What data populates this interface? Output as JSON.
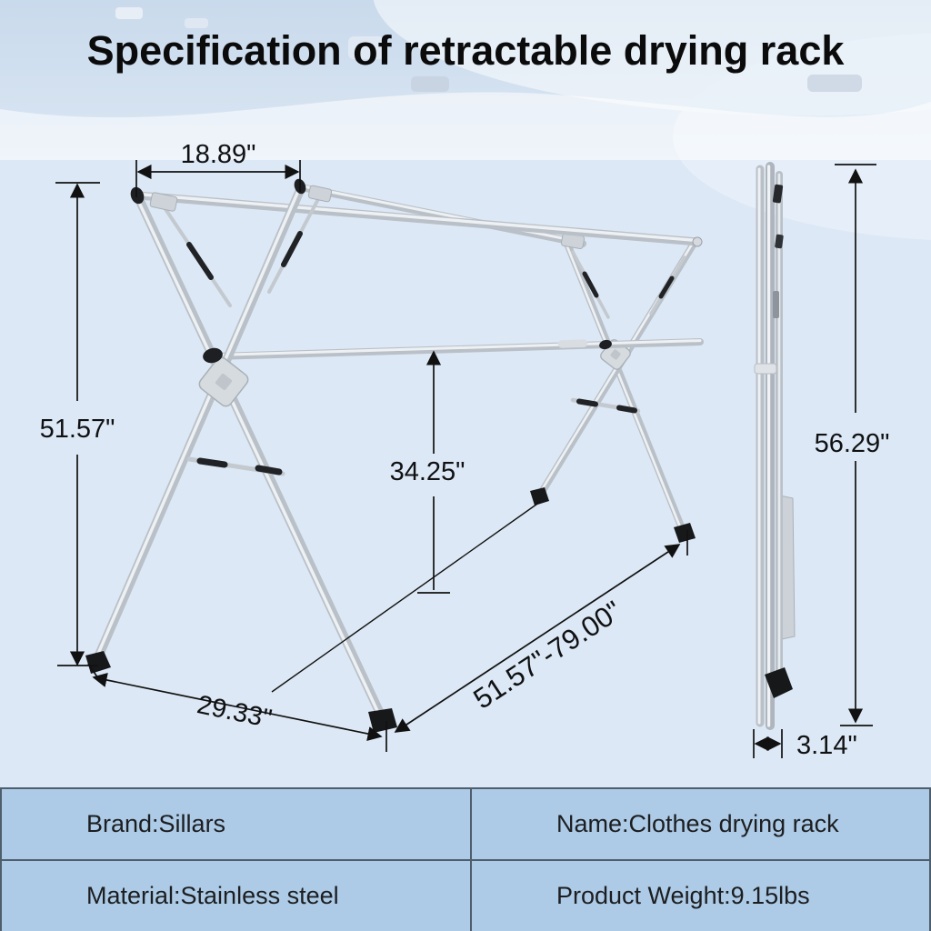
{
  "title": "Specification of retractable drying rack",
  "diagram": {
    "dimensions": {
      "top_spacing": "18.89\"",
      "open_height": "51.57\"",
      "middle_rail_height": "34.25\"",
      "foot_spread": "29.33\"",
      "extendable_length": "51.57\"-79.00\"",
      "folded_height": "56.29\"",
      "folded_depth": "3.14\""
    }
  },
  "spec_table": {
    "rows": [
      {
        "label_left": "Brand:Sillars",
        "label_right": "Name:Clothes drying rack"
      },
      {
        "label_left": "Material:Stainless steel",
        "label_right": "Product Weight:9.15lbs"
      }
    ]
  },
  "colors": {
    "page_background": "#dce8f5",
    "table_fill": "#adcbe6",
    "table_border": "#4f5e6d",
    "annotation": "#111111",
    "steel_light": "#eef1f4",
    "steel_mid": "#bcc2c9"
  }
}
